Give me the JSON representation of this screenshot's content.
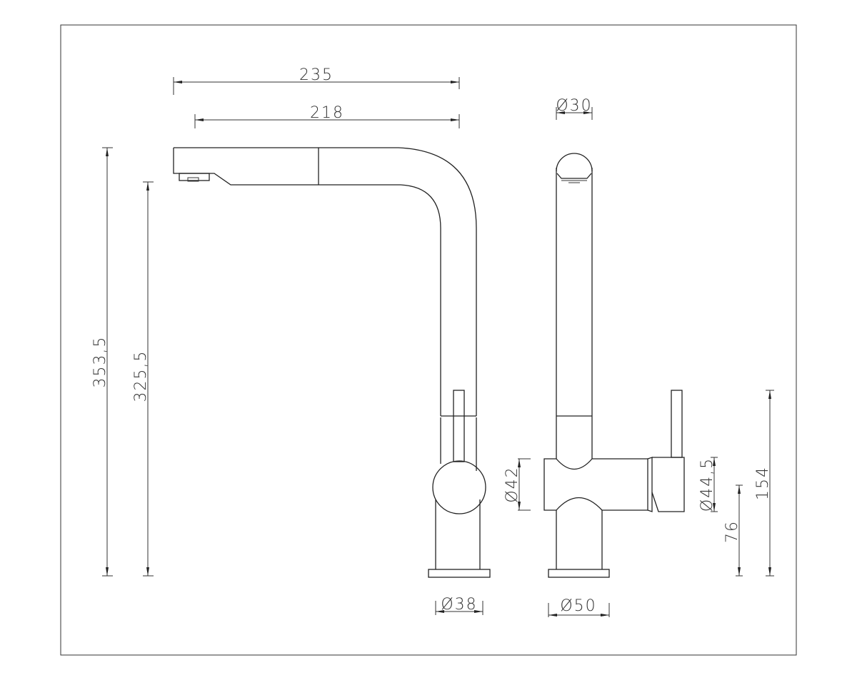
{
  "title": "Kitchen faucet dimension drawing",
  "dimensions": {
    "spout_reach_total": "235",
    "spout_reach_outlet": "218",
    "total_height": "353,5",
    "outlet_height": "325,5",
    "spout_diameter": "Ø30",
    "body_diameter": "Ø42",
    "handle_diameter": "Ø44,5",
    "lower_body_height": "76",
    "handle_height": "154",
    "base_diameter_front": "Ø38",
    "base_diameter_side": "Ø50"
  }
}
